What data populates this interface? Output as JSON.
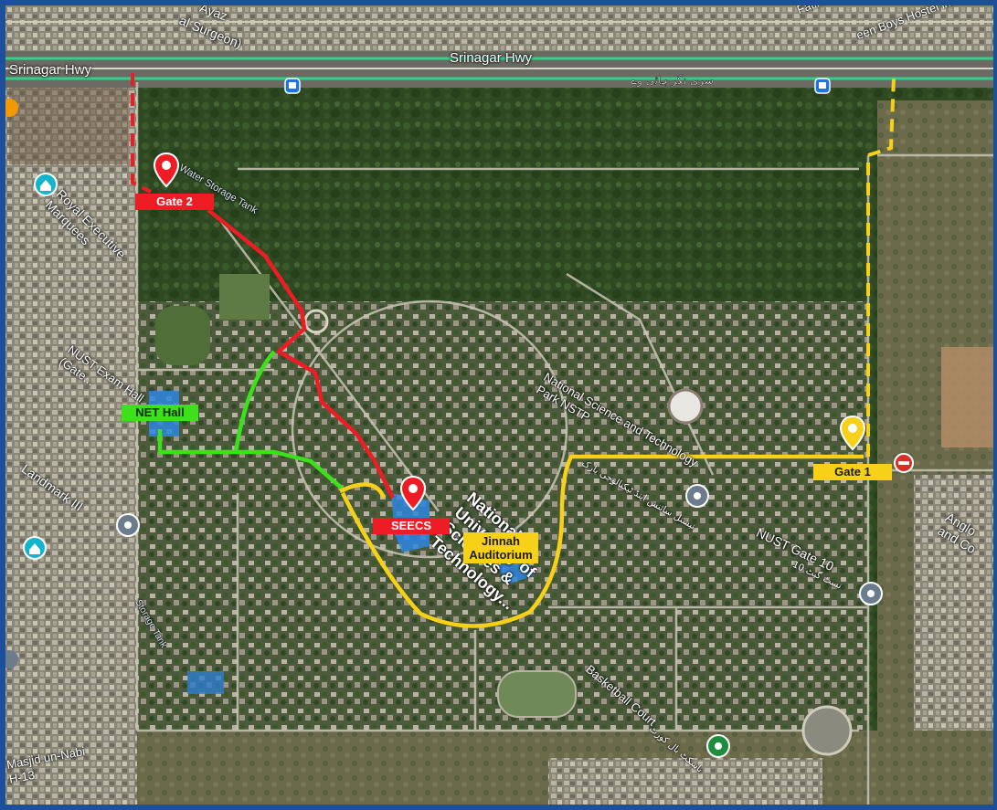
{
  "map": {
    "road_labels": {
      "srinagar_hwy_left": "Srinagar Hwy",
      "srinagar_hwy_center": "Srinagar Hwy",
      "srinagar_hwy_urdu": "سری نگر ہائی وے"
    },
    "place_labels": {
      "ayaz": "Ayaz",
      "surgeon": "al Surgeon)",
      "boys_hostel": "Fatimah/Ghazali boys Hostel II, ...",
      "green_boys_hostel": "een Boys Hostel in...",
      "water_storage": "Water Storage Tank",
      "royal_executive": "Royal Executive Marquees",
      "nust_exam_hall": "NUST Exam Hall (Gate...",
      "landmark": "Landmark III",
      "nstp": "National Science and Technology Park NSTP",
      "nstp_urdu": "نیشنل سائنس اینڈ ٹیکنالوجی پارک",
      "nust_big": "National University of Sciences & Technology...",
      "nust_gate10": "NUST Gate 10",
      "nust_gate10_urdu": "نسٹ گیٹ 10",
      "anglo": "Anglo and Co",
      "basketball": "Basketball Court",
      "basketball_urdu": "باسکٹ بال کورٹ",
      "masjid": "Masjid un-Nabi H-13",
      "storage_tank": "Storage Tank"
    },
    "markers": {
      "gate2": "Gate 2",
      "net_hall": "NET Hall",
      "seecs": "SEECS",
      "jinnah_line1": "Jinnah",
      "jinnah_line2": "Auditorium",
      "gate1": "Gate 1"
    },
    "route_colors": {
      "red": "#ee1c24",
      "green": "#3ce01b",
      "yellow": "#f7d117",
      "highway": "#2ed38a"
    },
    "icons": [
      "location-pin-icon",
      "bus-stop-icon",
      "place-pin-icon",
      "home-pin-icon",
      "no-entry-icon"
    ]
  }
}
